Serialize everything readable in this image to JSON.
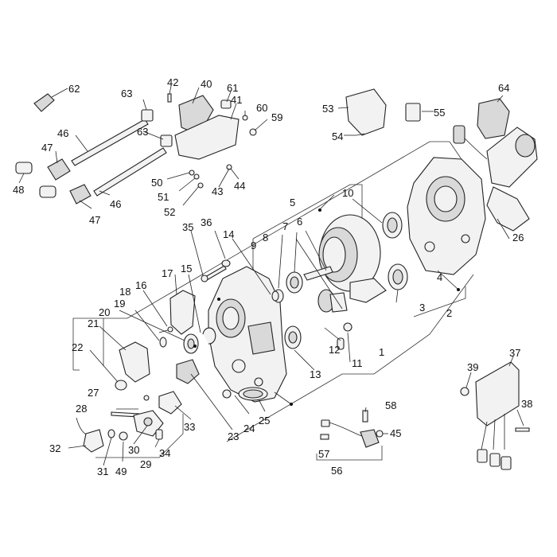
{
  "callouts": {
    "c1": "1",
    "c2": "2",
    "c3": "3",
    "c4": "4",
    "c5": "5",
    "c6": "6",
    "c7": "7",
    "c8": "8",
    "c9": "9",
    "c10": "10",
    "c11": "11",
    "c12": "12",
    "c13": "13",
    "c14": "14",
    "c15": "15",
    "c16": "16",
    "c17": "17",
    "c18": "18",
    "c19": "19",
    "c20": "20",
    "c21": "21",
    "c22": "22",
    "c23": "23",
    "c24": "24",
    "c25": "25",
    "c26": "26",
    "c27": "27",
    "c28": "28",
    "c29": "29",
    "c30": "30",
    "c31": "31",
    "c32": "32",
    "c33": "33",
    "c34": "34",
    "c35": "35",
    "c36": "36",
    "c37": "37",
    "c38": "38",
    "c39": "39",
    "c40": "40",
    "c41": "41",
    "c42": "42",
    "c43": "43",
    "c44": "44",
    "c45": "45",
    "c46a": "46",
    "c46b": "46",
    "c47a": "47",
    "c47b": "47",
    "c48": "48",
    "c49": "49",
    "c50": "50",
    "c51": "51",
    "c52": "52",
    "c53": "53",
    "c54": "54",
    "c55": "55",
    "c56": "56",
    "c57": "57",
    "c58": "58",
    "c59": "59",
    "c60": "60",
    "c61": "61",
    "c62": "62",
    "c63a": "63",
    "c63b": "63",
    "c64": "64"
  }
}
